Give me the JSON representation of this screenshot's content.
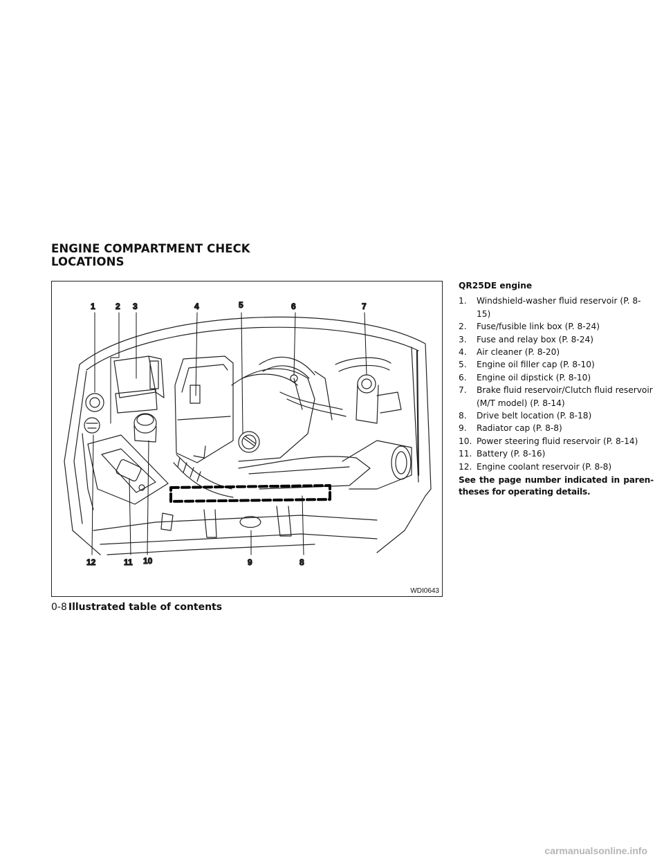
{
  "section_title": [
    "ENGINE COMPARTMENT CHECK",
    "LOCATIONS"
  ],
  "figure": {
    "code": "WDI0643",
    "callouts": {
      "c1": "1",
      "c2": "2",
      "c3": "3",
      "c4": "4",
      "c5": "5",
      "c6": "6",
      "c7": "7",
      "c8": "8",
      "c9": "9",
      "c10": "10",
      "c11": "11",
      "c12": "12"
    }
  },
  "engine_name": "QR25DE engine",
  "items": [
    {
      "num": "1.",
      "text": "Windshield-washer fluid reservoir (P. 8-15)"
    },
    {
      "num": "2.",
      "text": "Fuse/fusible link box (P. 8-24)"
    },
    {
      "num": "3.",
      "text": "Fuse and relay box (P. 8-24)"
    },
    {
      "num": "4.",
      "text": "Air cleaner (P. 8-20)"
    },
    {
      "num": "5.",
      "text": "Engine oil filler cap (P. 8-10)"
    },
    {
      "num": "6.",
      "text": "Engine oil dipstick (P. 8-10)"
    },
    {
      "num": "7.",
      "text": "Brake fluid reservoir/Clutch fluid reservoir (M/T model) (P. 8-14)"
    },
    {
      "num": "8.",
      "text": "Drive belt location (P. 8-18)"
    },
    {
      "num": "9.",
      "text": "Radiator cap (P. 8-8)"
    },
    {
      "num": "10.",
      "text": "Power steering fluid reservoir (P. 8-14)"
    },
    {
      "num": "11.",
      "text": "Battery (P. 8-16)"
    },
    {
      "num": "12.",
      "text": "Engine coolant reservoir (P. 8-8)"
    }
  ],
  "note": "See the page number indicated in paren-theses for operating details.",
  "footer": {
    "page_number": "0-8",
    "section_name": "Illustrated table of contents"
  },
  "watermark": "carmanualsonline.info"
}
